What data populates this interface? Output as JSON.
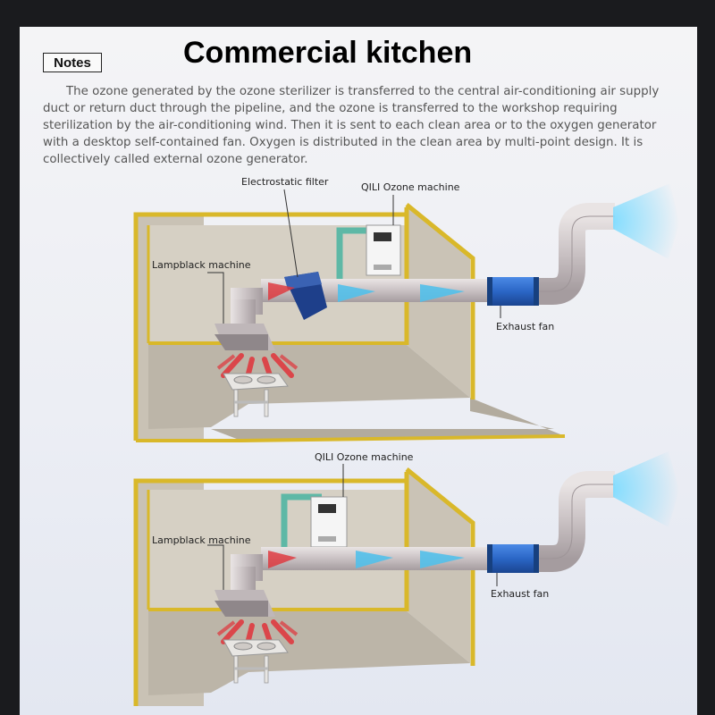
{
  "header": {
    "notes_label": "Notes",
    "title": "Commercial kitchen"
  },
  "description": "The ozone generated by the ozone sterilizer is transferred to the central air-conditioning air supply duct or return duct through the pipeline, and the ozone is transferred to the workshop requiring sterilization by the air-conditioning wind. Then it is sent to each clean area or to the oxygen generator with a desktop self-contained fan. Oxygen is distributed in the clean area by multi-point design. It is collectively called external ozone generator.",
  "diagram_top": {
    "label_filter": "Electrostatic filter",
    "label_ozone": "QILI Ozone machine",
    "label_lampblack": "Lampblack machine",
    "label_fan": "Exhaust fan"
  },
  "diagram_bottom": {
    "label_ozone": "QILI Ozone machine",
    "label_lampblack": "Lampblack machine",
    "label_fan": "Exhaust fan"
  },
  "colors": {
    "wall_trim": "#d9b82a",
    "floor": "#bcb5a8",
    "wall": "#d3cdc1",
    "exhaust_fan": "#2b66c6",
    "ozone_pipe": "#5eb8a6",
    "heat_arrows": "#e0333a",
    "flow_arrows": "#52c0ea",
    "filter": "#1e3f8a"
  }
}
